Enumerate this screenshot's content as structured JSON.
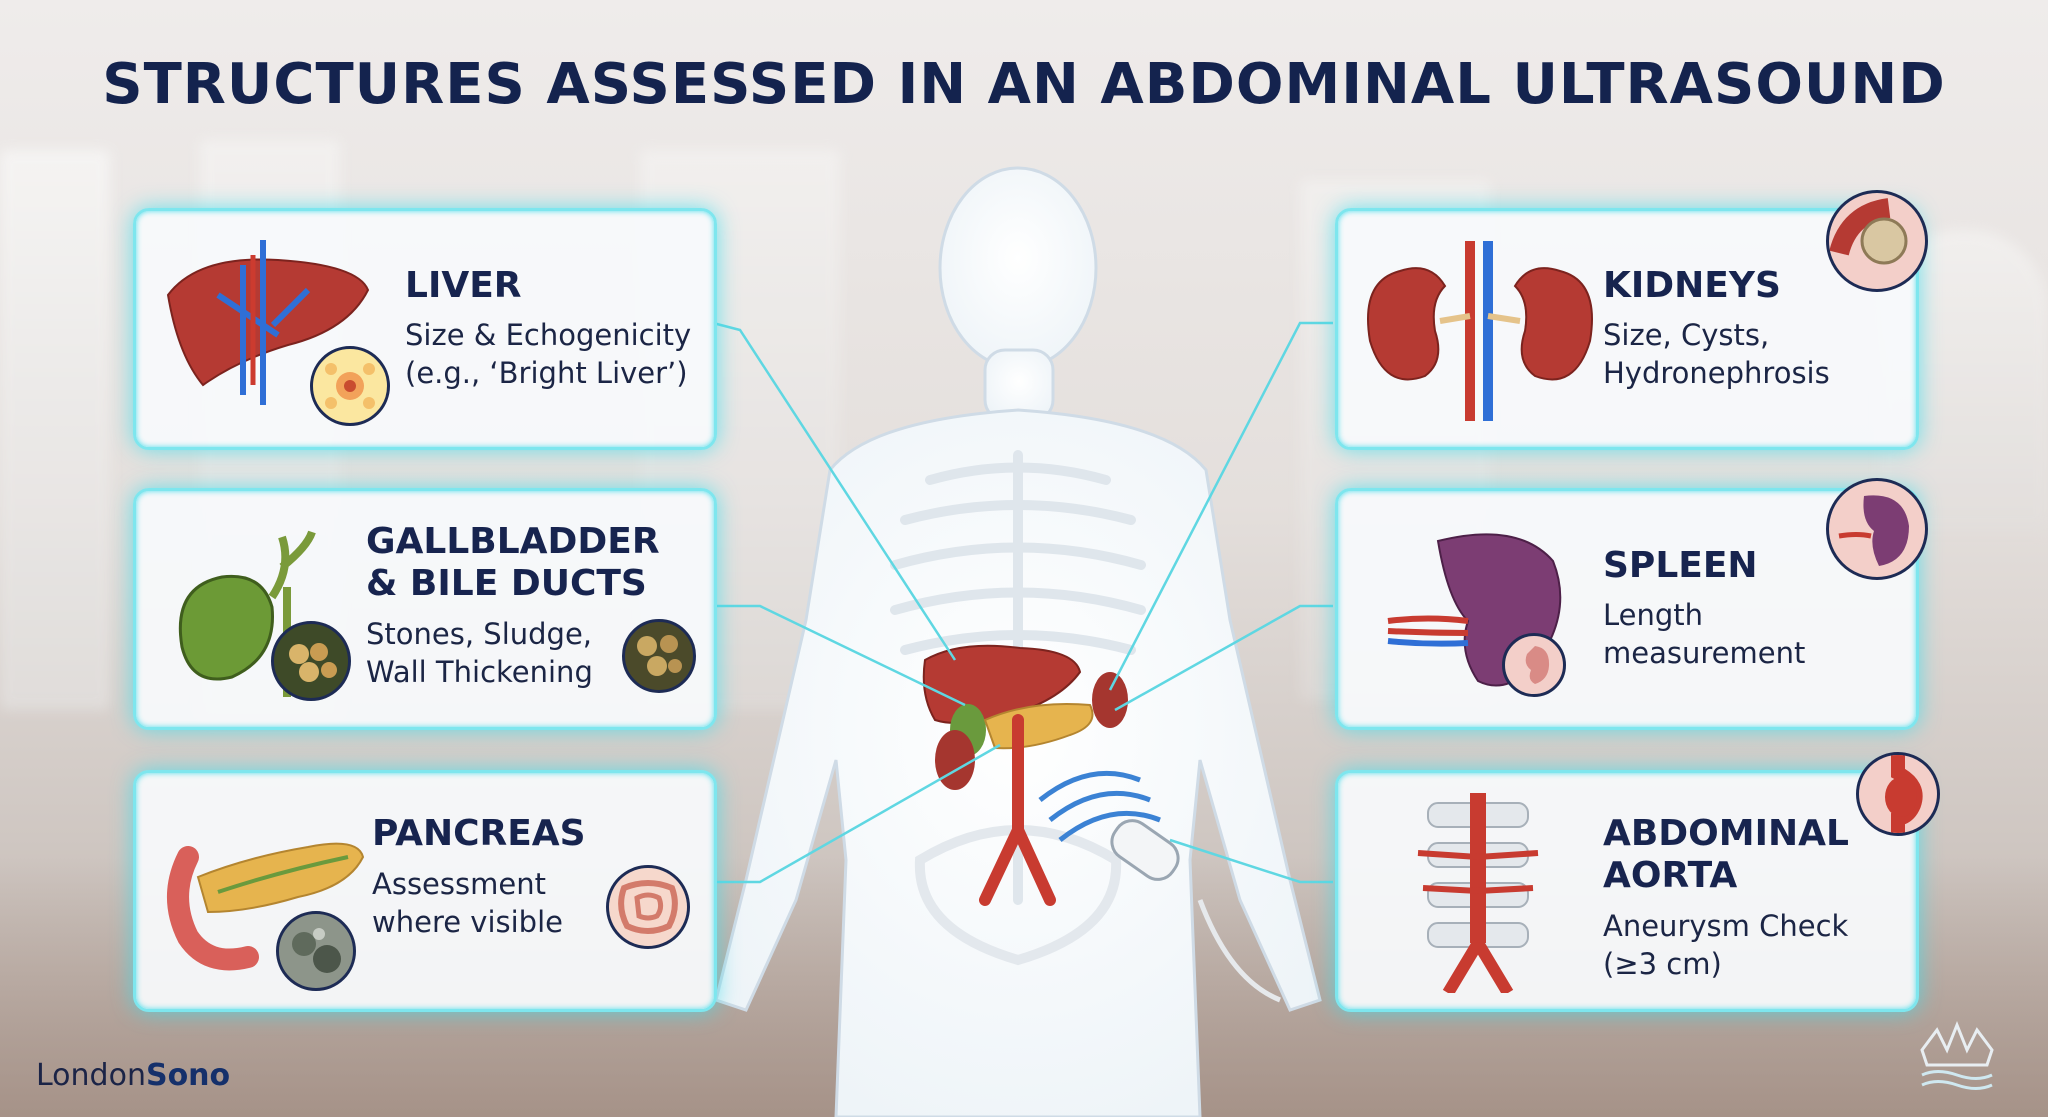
{
  "title": "STRUCTURES ASSESSED IN AN ABDOMINAL ULTRASOUND",
  "colors": {
    "accent": "#7ee6ee",
    "title": "#14234e",
    "organ_red": "#b53a33",
    "vessel_blue": "#2f6fd6"
  },
  "cards": {
    "liver": {
      "title": "LIVER",
      "lines": [
        "Size & Echogenicity",
        "(e.g., ‘Bright Liver’)"
      ],
      "icon": "liver-icon"
    },
    "gallbladder": {
      "title_lines": [
        "GALLBLADDER",
        "& BILE DUCTS"
      ],
      "lines": [
        "Stones, Sludge,",
        "Wall Thickening"
      ],
      "icon": "gallbladder-icon"
    },
    "pancreas": {
      "title": "PANCREAS",
      "lines": [
        "Assessment",
        "where visible"
      ],
      "icon": "pancreas-icon"
    },
    "kidneys": {
      "title": "KIDNEYS",
      "lines": [
        "Size, Cysts,",
        "Hydronephrosis"
      ],
      "icon": "kidneys-icon"
    },
    "spleen": {
      "title": "SPLEEN",
      "lines": [
        "Length",
        "measurement"
      ],
      "icon": "spleen-icon"
    },
    "aorta": {
      "title_lines": [
        "ABDOMINAL",
        "AORTA"
      ],
      "lines": [
        "Aneurysm Check",
        "(≥3 cm)"
      ],
      "icon": "aorta-icon"
    }
  },
  "brand": {
    "name_light": "London",
    "name_bold": "Sono"
  }
}
